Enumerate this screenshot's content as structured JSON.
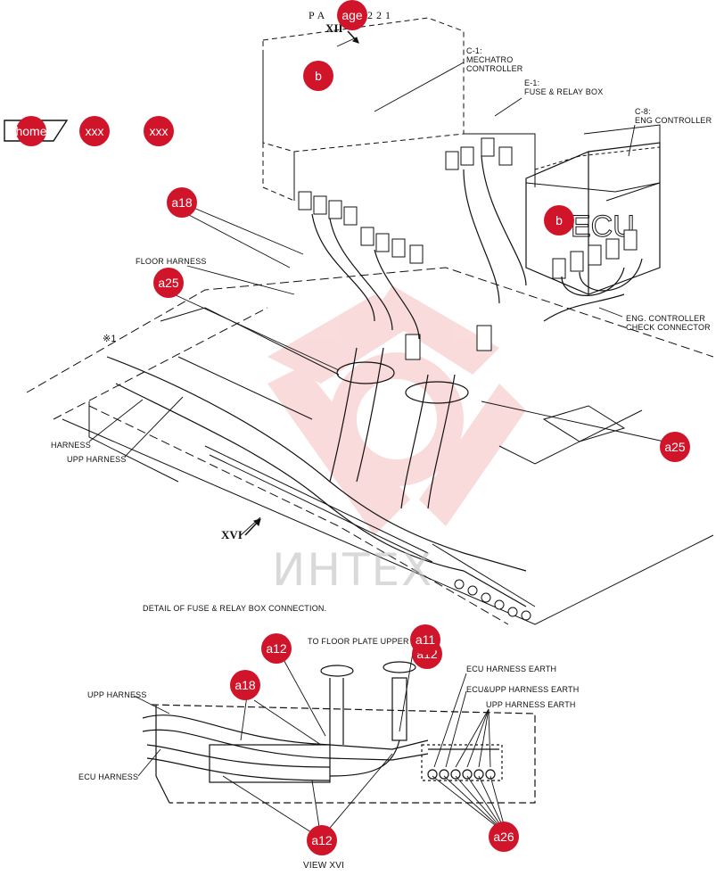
{
  "page_header": "PA",
  "page_header_right": "221",
  "view_markers": {
    "xii": "XII",
    "xvi_main": "XVI",
    "note_mark": "※1",
    "view_xvi": "VIEW XVI"
  },
  "labels": {
    "c1": "C-1:\nMECHATRO\nCONTROLLER",
    "e1": "E-1:\nFUSE & RELAY BOX",
    "c8": "C-8:\nENG CONTROLLER",
    "floor_harness": "FLOOR HARNESS",
    "eng_check": "ENG. CONTROLLER\nCHECK CONNECTOR",
    "harness": "HARNESS",
    "upp_harness": "UPP HARNESS",
    "detail": "DETAIL OF FUSE & RELAY BOX CONNECTION.",
    "to_floor": "TO FLOOR PLATE UPPER",
    "ecu_earth": "ECU HARNESS EARTH",
    "ecu_upp_earth": "ECU&UPP HARNESS EARTH",
    "upp_earth": "UPP HARNESS EARTH",
    "upp_harness_2": "UPP HARNESS",
    "ecu_harness": "ECU HARNESS",
    "ecu_box_text": "ECU"
  },
  "badges": {
    "page": "age",
    "home": "home",
    "xxx1": "xxx",
    "xxx2": "xxx",
    "b_top": "b",
    "b_ecu": "b",
    "a18_top": "a18",
    "a25_left": "a25",
    "a25_right": "a25",
    "a12_top": "a12",
    "a11": "a11",
    "a12_under": "a12",
    "a18_bottom": "a18",
    "a12_bottom": "a12",
    "a26": "a26"
  },
  "watermark": "ИНТЕХ",
  "colors": {
    "badge": "#d0142a",
    "watermark_red": "#e86060",
    "line": "#111111"
  }
}
